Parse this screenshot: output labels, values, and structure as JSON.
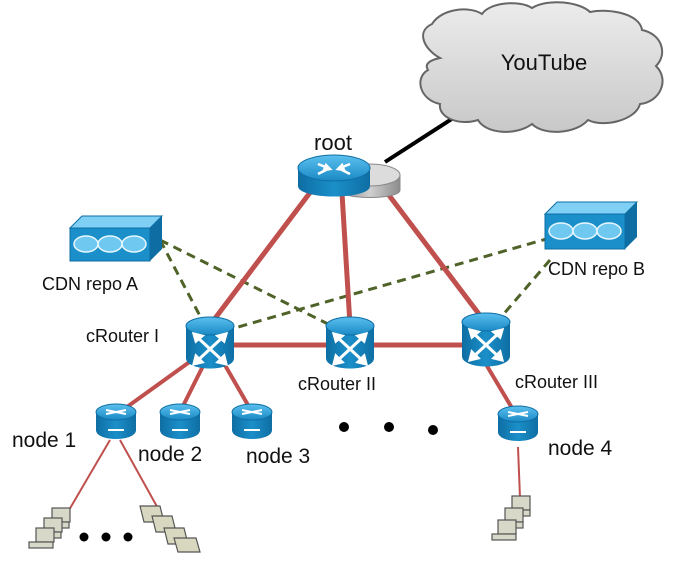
{
  "cloud": {
    "label": "YouTube"
  },
  "nodes": {
    "root": "root",
    "cdn_a": "CDN repo A",
    "cdn_b": "CDN repo B",
    "crouter_1": "cRouter I",
    "crouter_2": "cRouter II",
    "crouter_3": "cRouter III",
    "node_1": "node 1",
    "node_2": "node 2",
    "node_3": "node 3",
    "node_4": "node 4"
  },
  "colors": {
    "link_red": "#c0504d",
    "link_dashed": "#4f6228",
    "link_black": "#000000",
    "device_blue": "#1b8fc9",
    "cloud_fill": "#d9d9d9"
  },
  "icons": [
    "cloud-icon",
    "router-icon",
    "switch-router-icon",
    "storage-array-icon",
    "workstation-icon"
  ]
}
